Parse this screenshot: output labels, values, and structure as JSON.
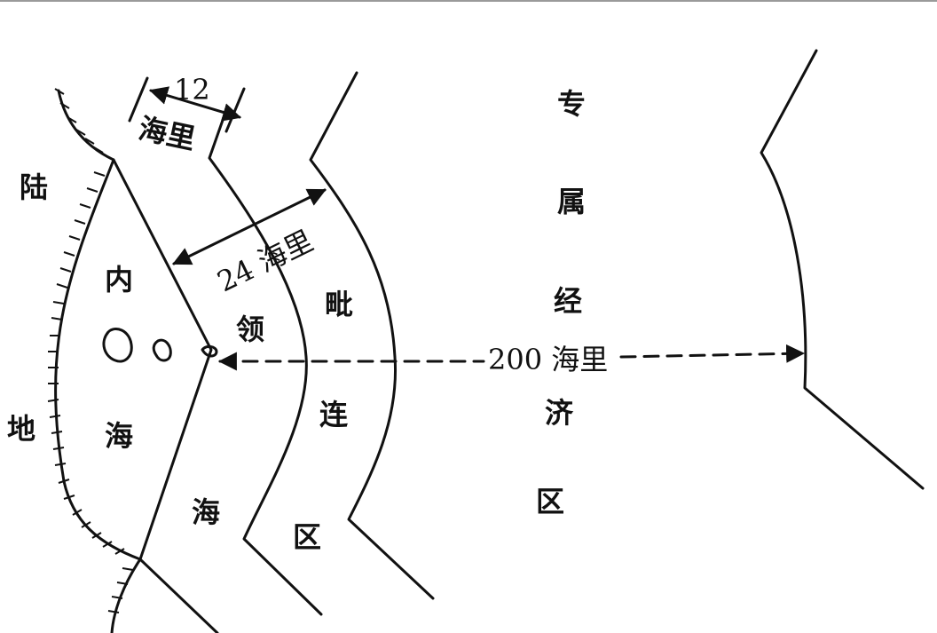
{
  "land": {
    "char1": "陆",
    "char2": "地"
  },
  "internal_waters": {
    "char1": "内",
    "char2": "海"
  },
  "territorial_sea": {
    "char1": "领",
    "char2": "海"
  },
  "contiguous_zone": {
    "char1": "毗",
    "char2": "连",
    "char3": "区"
  },
  "eez": {
    "char1": "专",
    "char2": "属",
    "char3": "经",
    "char4": "济",
    "char5": "区"
  },
  "measure_12": {
    "number": "12",
    "unit": "海里"
  },
  "measure_24": {
    "text": "24 海里"
  },
  "measure_200": {
    "text": "200 海里"
  }
}
